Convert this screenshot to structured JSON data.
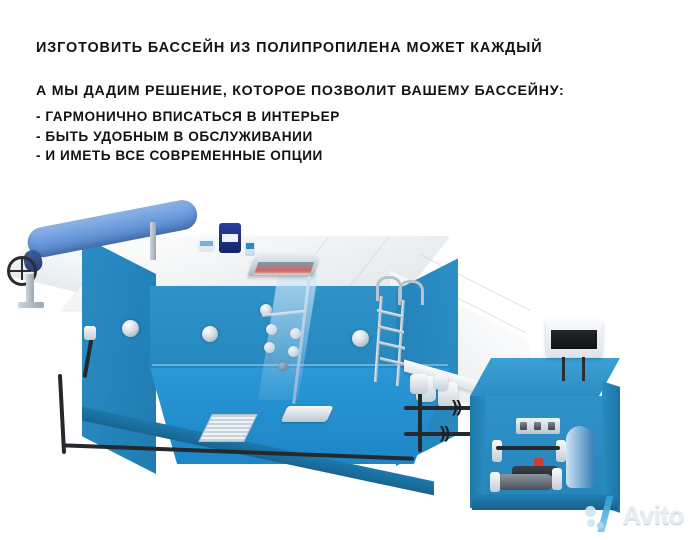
{
  "ad": {
    "background_color": "#ffffff",
    "text_color": "#121212",
    "headline": "ИЗГОТОВИТЬ БАССЕЙН ИЗ ПОЛИПРОПИЛЕНА МОЖЕТ КАЖДЫЙ",
    "subhead": "А МЫ ДАДИМ РЕШЕНИЕ, КОТОРОЕ ПОЗВОЛИТ ВАШЕМУ БАССЕЙНУ:",
    "bullets": [
      "- ГАРМОНИЧНО ВПИСАТЬСЯ В ИНТЕРЬЕР",
      "- БЫТЬ УДОБНЫМ В ОБСЛУЖИВАНИИ",
      "- И ИМЕТЬ ВСЕ СОВРЕМЕННЫЕ ОПЦИИ"
    ]
  },
  "illustration": {
    "name": "polypropylene-pool-cutaway-render",
    "pool_wall_color": "#2a8cc4",
    "pool_floor_color": "#2a97d6",
    "deck_color": "#f2f4f6",
    "pipe_color": "#25282d",
    "equipment_room_color": "#2f92c8",
    "parts": {
      "cover_roller": "cover-roller",
      "roller_handwheel": "roller-handwheel",
      "cascade": "waterfall-cascade",
      "jets": "hydromassage-jets",
      "handrail": "wall-handrail",
      "underwater_lights": "underwater-lights",
      "main_drain": "main-drain-grate",
      "vacuum_head": "vacuum-head",
      "ladder": "pool-ladder",
      "board": "entry-board",
      "skimmer": "skimmer",
      "chemicals": "pool-chemicals",
      "pipes": "circulation-pipes",
      "equipment_room": "equipment-room",
      "filter_tank": "sand-filter-tank",
      "pump": "circulation-pump",
      "control_panel": "control-panel",
      "electrical_cabinet": "electrical-cabinet"
    }
  },
  "watermark": {
    "text": "Avito",
    "accent_color": "#2f9fd8"
  }
}
